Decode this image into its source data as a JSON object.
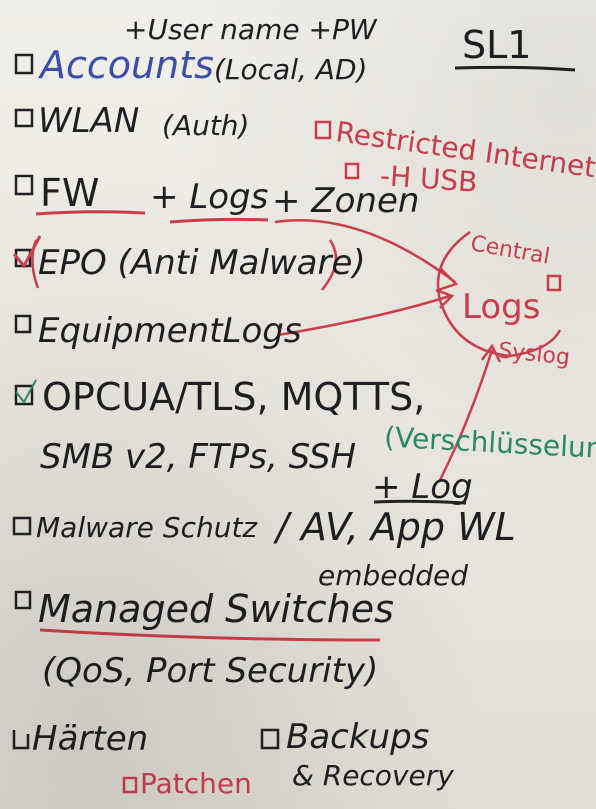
{
  "sheet_id": "SL1",
  "header_note": "+User name +PW",
  "items": [
    {
      "label": "Accounts",
      "detail": "(Local, AD)"
    },
    {
      "label": "WLAN",
      "detail": "(Auth)"
    },
    {
      "label": "FW",
      "plus1": "+ Logs",
      "plus2": "+ Zonen"
    },
    {
      "label": "EPO (Anti Malware)"
    },
    {
      "label": "EquipmentLogs"
    },
    {
      "label": "OPCUA/TLS, MQTTS,",
      "line2": "SMB v2, FTPs, SSH",
      "note": "(Verschlüsselung)"
    },
    {
      "label": "Malware Schutz",
      "detail": "/ AV, App WL",
      "sub": "embedded"
    },
    {
      "label": "Managed Switches",
      "line2": "(QoS, Port Security)"
    },
    {
      "label": "Härten",
      "extra": "Backups",
      "extra2": "& Recovery"
    }
  ],
  "red_notes": {
    "restricted": "Restricted Internet",
    "usb": "-H USB",
    "patch": "Patchen"
  },
  "central_logs": {
    "line1": "Central",
    "line2": "Logs",
    "line3": "Syslog"
  },
  "plus_log": "+ Log",
  "colors": {
    "black_marker": "#1f1f22",
    "blue_marker": "#3b4ea8",
    "red_marker": "#cf3f4d",
    "green_marker": "#2a8a6b",
    "paper": "#efece6"
  }
}
